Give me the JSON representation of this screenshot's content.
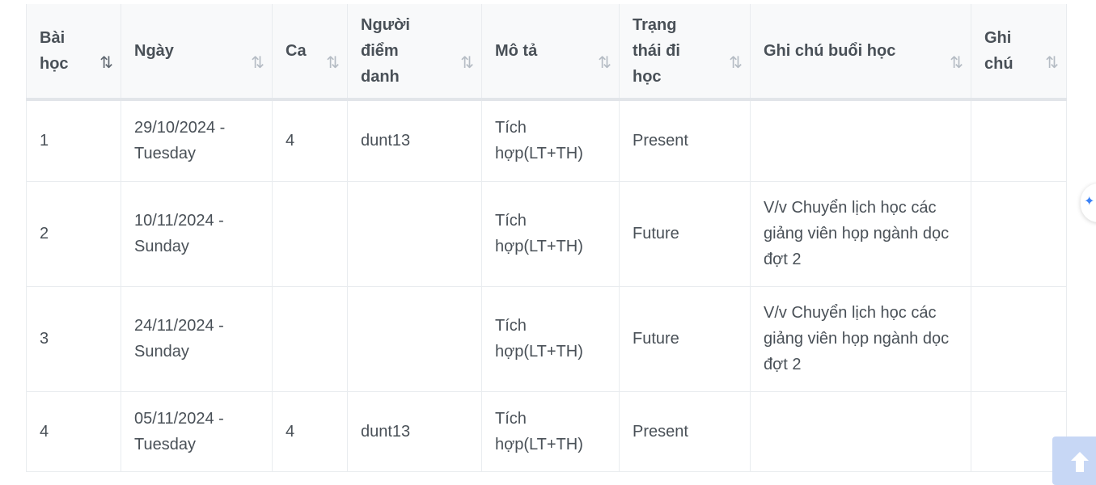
{
  "table": {
    "headers": [
      {
        "label": "Bài học",
        "sort_active": true
      },
      {
        "label": "Ngày",
        "sort_active": false
      },
      {
        "label": "Ca",
        "sort_active": false
      },
      {
        "label": "Người điểm danh",
        "sort_active": false
      },
      {
        "label": "Mô tả",
        "sort_active": false
      },
      {
        "label": "Trạng thái đi học",
        "sort_active": false
      },
      {
        "label": "Ghi chú buổi học",
        "sort_active": false
      },
      {
        "label": "Ghi chú",
        "sort_active": false
      }
    ],
    "sort_icon": "⇅",
    "rows": [
      {
        "lesson": "1",
        "date": "29/10/2024 - Tuesday",
        "shift": "4",
        "taker": "dunt13",
        "description": "Tích hợp(LT+TH)",
        "status": "Present",
        "session_note": "",
        "note": ""
      },
      {
        "lesson": "2",
        "date": "10/11/2024 - Sunday",
        "shift": "",
        "taker": "",
        "description": "Tích hợp(LT+TH)",
        "status": "Future",
        "session_note": "V/v Chuyển lịch học các giảng viên họp ngành dọc đợt 2",
        "note": ""
      },
      {
        "lesson": "3",
        "date": "24/11/2024 - Sunday",
        "shift": "",
        "taker": "",
        "description": "Tích hợp(LT+TH)",
        "status": "Future",
        "session_note": "V/v Chuyển lịch học các giảng viên họp ngành dọc đợt 2",
        "note": ""
      },
      {
        "lesson": "4",
        "date": "05/11/2024 - Tuesday",
        "shift": "4",
        "taker": "dunt13",
        "description": "Tích hợp(LT+TH)",
        "status": "Present",
        "session_note": "",
        "note": ""
      }
    ]
  },
  "colors": {
    "present": "#138a0e",
    "header_bg": "#f8f9fa",
    "text": "#495057",
    "scroll_button": "#c7d7f5"
  },
  "icons": {
    "sort": "sort-arrows-icon",
    "side_widget": "sparkle-icon",
    "scroll_top": "arrow-up-icon"
  }
}
